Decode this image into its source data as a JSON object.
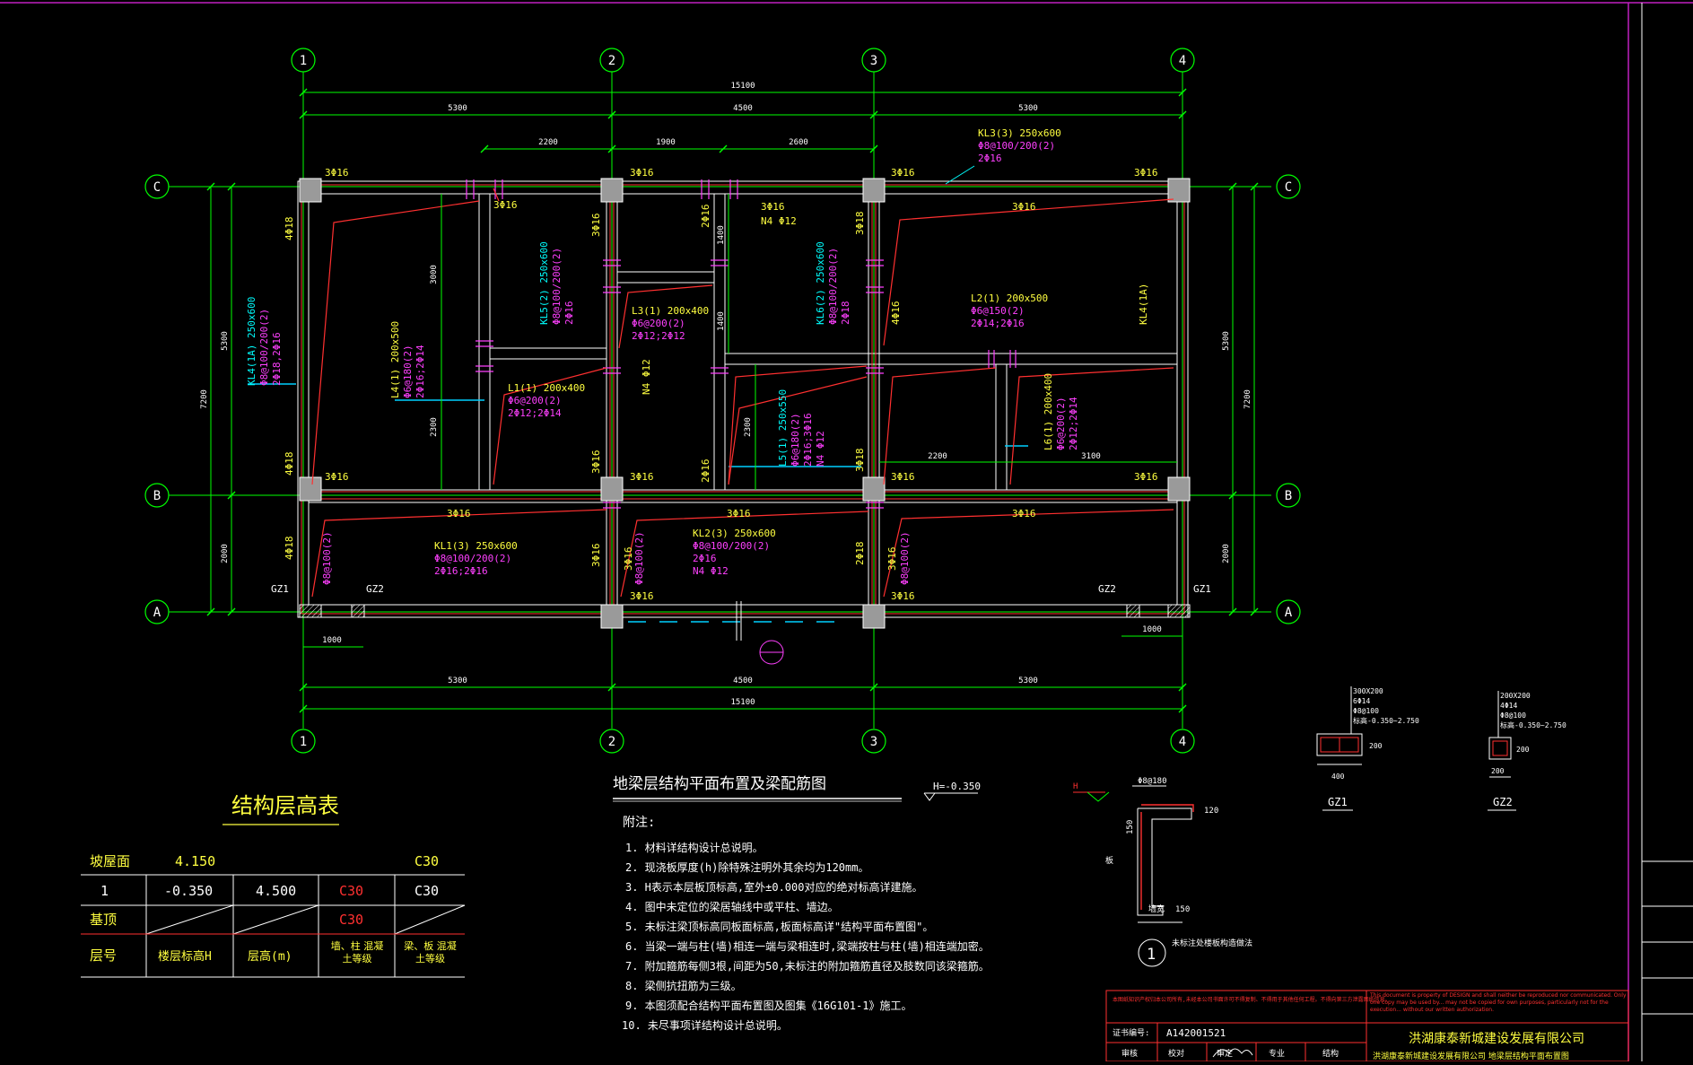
{
  "grid": {
    "cols": [
      "1",
      "2",
      "3",
      "4"
    ],
    "rows": [
      "C",
      "B",
      "A"
    ]
  },
  "dims": {
    "total": "15100",
    "bay_1_2": "5300",
    "bay_2_3": "4500",
    "bay_3_4": "5300",
    "sub_a": "2200",
    "sub_b": "1900",
    "sub_c": "2600",
    "left_total": "7200",
    "left_upper": "5300",
    "left_lower": "2000",
    "right_total": "7200",
    "right_upper": "5300",
    "right_lower": "2000",
    "gz_left": "1000",
    "gz_right": "1000",
    "inner_3000": "3000",
    "inner_2300a": "2300",
    "inner_2300b": "2300",
    "inner_1400": "1400",
    "inner_1400b": "1400",
    "inner_2200": "2200",
    "inner_3100": "3100"
  },
  "rebar": {
    "c1": "3Φ16",
    "c2": "3Φ16",
    "c3": "3Φ16",
    "c4": "3Φ16",
    "b1": "3Φ16",
    "b2": "3Φ16",
    "b3": "3Φ16",
    "b4": "3Φ16",
    "a2": "3Φ16",
    "a3": "3Φ16",
    "r1": "3Φ16",
    "r2": "3Φ16",
    "r3": "3Φ16",
    "r4": "3Φ16",
    "r5": "3Φ16",
    "v1": "4Φ18",
    "v2": "4Φ18",
    "v3": "4Φ18",
    "v4": "3Φ16",
    "v5": "3Φ16",
    "v6": "3Φ16",
    "v7": "2Φ16",
    "v8": "2Φ16",
    "v9": "3Φ18",
    "v10": "3Φ18",
    "v11": "2Φ18",
    "v12": "4Φ16",
    "v13": "3Φ16",
    "v14": "3Φ16",
    "n4a": "N4 Φ12",
    "n4b": "N4 Φ12"
  },
  "beams": {
    "kl3": [
      "KL3(3) 250x600",
      "Φ8@100/200(2)",
      "2Φ16"
    ],
    "kl4": [
      "KL4(1A) 250x600",
      "Φ8@100/200(2)",
      "2Φ18,2Φ16"
    ],
    "kl5": [
      "KL5(2) 250x600",
      "Φ8@100/200(2)",
      "2Φ16"
    ],
    "kl6": [
      "KL6(2) 250x600",
      "Φ8@100/200(2)",
      "2Φ18"
    ],
    "l3": [
      "L3(1) 200x400",
      "Φ6@200(2)",
      "2Φ12;2Φ12"
    ],
    "l4": [
      "L4(1) 200x500",
      "Φ6@180(2)",
      "2Φ16;2Φ14"
    ],
    "l1": [
      "L1(1) 200x400",
      "Φ6@200(2)",
      "2Φ12;2Φ14"
    ],
    "l2": [
      "L2(1) 200x500",
      "Φ6@150(2)",
      "2Φ14;2Φ16"
    ],
    "l5": [
      "L5(1) 250x550",
      "Φ6@180(2)",
      "2Φ16;3Φ16",
      "N4 Φ12"
    ],
    "l6": [
      "L6(1) 200x400",
      "Φ6@200(2)",
      "2Φ12;2Φ14"
    ],
    "kl4r": "KL4(1A)",
    "kl1": [
      "KL1(3) 250x600",
      "Φ8@100/200(2)",
      "2Φ16;2Φ16"
    ],
    "kl2": [
      "KL2(3) 250x600",
      "Φ8@100/200(2)",
      "2Φ16",
      "N4 Φ12"
    ],
    "stir1": "Φ8@100(2)",
    "stir2": "Φ8@100(2)",
    "stir3": "Φ8@100(2)",
    "gz1a": "GZ1",
    "gz2a": "GZ2",
    "gz2b": "GZ2",
    "gz1b": "GZ1"
  },
  "plan_title": "地梁层结构平面布置及梁配筋图",
  "plan_elev": "H=-0.350",
  "notes_title": "附注:",
  "notes": [
    "1. 材料详结构设计总说明。",
    "2. 现浇板厚度(h)除特殊注明外其余均为120mm。",
    "3. H表示本层板顶标高,室外±0.000对应的绝对标高详建施。",
    "4. 图中未定位的梁居轴线中或平柱、墙边。",
    "5. 未标注梁顶标高同板面标高,板面标高详\"结构平面布置图\"。",
    "6. 当梁一端与柱(墙)相连一端与梁相连时,梁端按柱与柱(墙)相连端加密。",
    "7. 附加箍筋每侧3根,间距为50,未标注的附加箍筋直径及肢数同该梁箍筋。",
    "8. 梁侧抗扭筋为三级。",
    "9. 本图须配合结构平面布置图及图集《16G101-1》施工。",
    "10. 未尽事项详结构设计总说明。"
  ],
  "height_table": {
    "title": "结构层高表",
    "rows": [
      [
        "坡屋面",
        "4.150",
        "",
        "",
        "C30"
      ],
      [
        "1",
        "-0.350",
        "4.500",
        "C30",
        "C30"
      ],
      [
        "基顶",
        "",
        "",
        "C30",
        ""
      ]
    ],
    "header": [
      "层号",
      "楼层标高H",
      "层高(m)",
      "墙、柱 混凝土等级",
      "梁、板 混凝土等级"
    ]
  },
  "detail1": {
    "rebar": "Φ8@180",
    "dim_150": "150",
    "dim_120": "120",
    "dim_150b": "150",
    "label_h": "H",
    "label_board": "板",
    "label_wall": "墙宽",
    "num": "1",
    "caption": "未标注处楼板构造做法"
  },
  "gz1": {
    "name": "GZ1",
    "size": "300X200",
    "bars": "6Φ14",
    "stirrup": "Φ8@100",
    "range": "标高-0.350~2.750",
    "w": "400",
    "h": "200"
  },
  "gz2": {
    "name": "GZ2",
    "size": "200X200",
    "bars": "4Φ14",
    "stirrup": "Φ8@100",
    "range": "标高-0.350~2.750",
    "w": "200",
    "h": "200"
  },
  "titleblock": {
    "note_red": "本图纸知识产权归本公司所有,未经本公司书面许可不得复制、不得用于其他任何工程。不得向第三方泄露图纸信息。",
    "note_en": "This document is property of DESIGN and shall neither be reproduced nor communicated. Only one copy may be used by... may not be copied for own purposes, particularly not for the execution... without our written authorization.",
    "cert_label": "证书编号:",
    "cert_no": "A142001521",
    "row": [
      "审核",
      "校对",
      "审定",
      "专业",
      "结构"
    ],
    "company": "洪湖康泰新城建设发展有限公司",
    "project": "洪湖康泰新城建设发展有限公司 地梁层结构平面布置图"
  }
}
